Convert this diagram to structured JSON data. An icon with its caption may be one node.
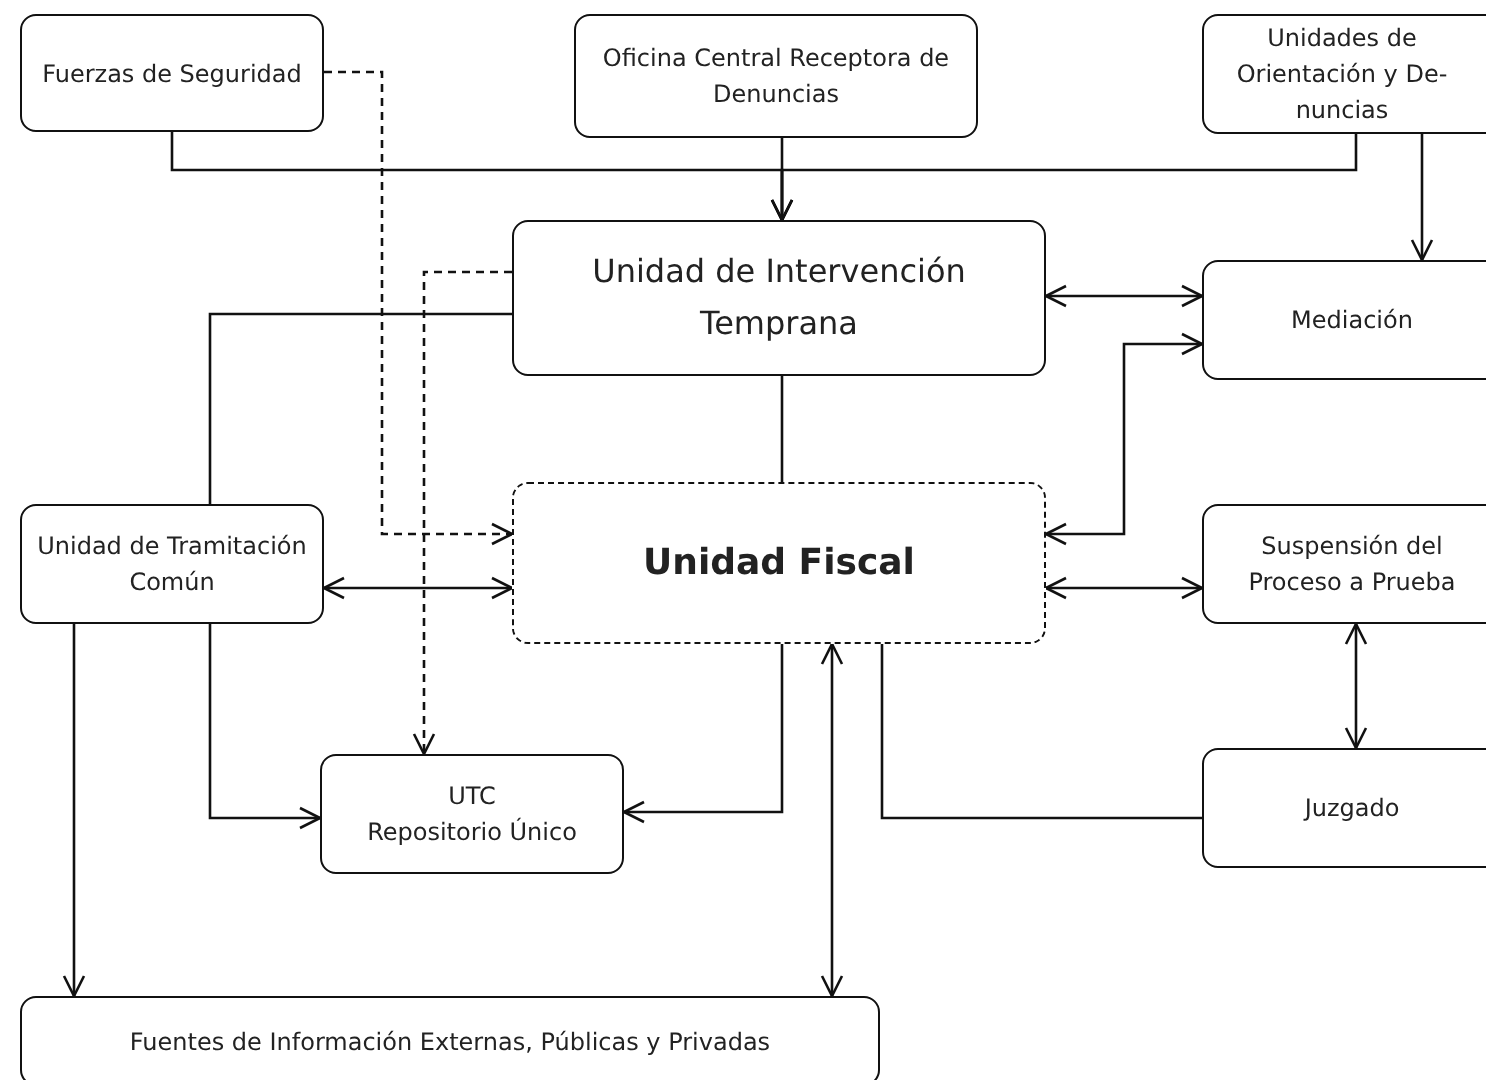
{
  "diagram": {
    "nodes": [
      {
        "text": [
          "Fuerzas de Seguridad"
        ]
      },
      {
        "text": [
          "Oficina Central Receptora de Denuncias"
        ]
      },
      {
        "text": [
          "Unidades de Orientación y De-nuncias"
        ]
      },
      {
        "text": [
          "Unidad de Intervención Temprana"
        ]
      },
      {
        "text": [
          "Mediación"
        ]
      },
      {
        "text": [
          "Unidad de Tramitación Común"
        ]
      },
      {
        "text": [
          "Unidad Fiscal"
        ]
      },
      {
        "text": [
          "Suspensión del Proceso a Prueba"
        ]
      },
      {
        "text": [
          "UTC",
          "Repositorio Único"
        ]
      },
      {
        "text": [
          "Juzgado"
        ]
      },
      {
        "text": [
          "Fuentes de Información Externas, Públicas y Privadas"
        ]
      }
    ],
    "edges": [
      {
        "from": 0,
        "to": 3,
        "arrow": "to"
      },
      {
        "from": 1,
        "to": 3,
        "arrow": "to"
      },
      {
        "from": 2,
        "to": 3,
        "arrow": "to"
      },
      {
        "from": 2,
        "to": 4,
        "arrow": "to"
      },
      {
        "from": 0,
        "to": 6,
        "arrow": "to",
        "style": "dashed"
      },
      {
        "from": 3,
        "to": 8,
        "arrow": "to",
        "style": "dashed"
      },
      {
        "from": 3,
        "to": 4,
        "arrow": "both"
      },
      {
        "from": 3,
        "to": 5,
        "arrow": "none"
      },
      {
        "from": 3,
        "to": 6,
        "arrow": "none"
      },
      {
        "from": 4,
        "to": 6,
        "arrow": "both"
      },
      {
        "from": 5,
        "to": 6,
        "arrow": "both"
      },
      {
        "from": 6,
        "to": 7,
        "arrow": "both"
      },
      {
        "from": 7,
        "to": 9,
        "arrow": "both"
      },
      {
        "from": 5,
        "to": 8,
        "arrow": "to"
      },
      {
        "from": 6,
        "to": 8,
        "arrow": "to"
      },
      {
        "from": 6,
        "to": 10,
        "arrow": "both"
      },
      {
        "from": 9,
        "to": 6,
        "arrow": "none"
      },
      {
        "from": 5,
        "to": 10,
        "arrow": "to"
      }
    ]
  }
}
